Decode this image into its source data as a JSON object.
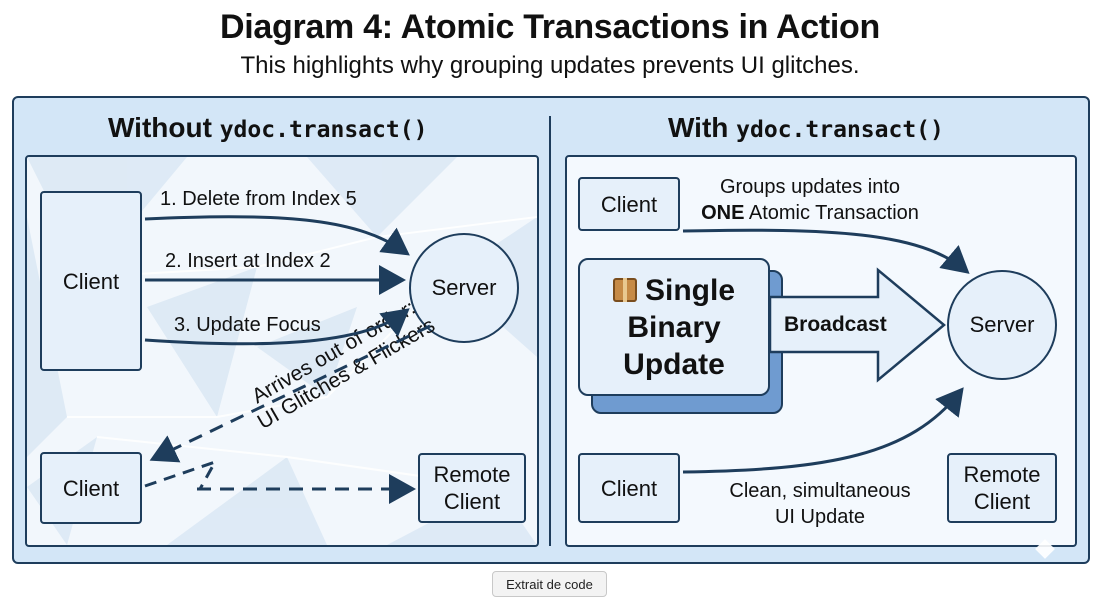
{
  "header": {
    "title": "Diagram 4: Atomic Transactions in Action",
    "subtitle": "This highlights why grouping updates prevents UI glitches."
  },
  "left_panel": {
    "title_prefix": "Without ",
    "title_code": "ydoc.transact()",
    "client_top": "Client",
    "server": "Server",
    "client_bottom": "Client",
    "remote_client_line1": "Remote",
    "remote_client_line2": "Client",
    "step1": "1. Delete from Index 5",
    "step2": "2. Insert at Index 2",
    "step3": "3. Update Focus",
    "warning_line1": "Arrives out of order:",
    "warning_line2": "UI Glitches & Flickers"
  },
  "right_panel": {
    "title_prefix": "With ",
    "title_code": "ydoc.transact()",
    "client_top": "Client",
    "groups_line1": "Groups updates into",
    "groups_bold": "ONE",
    "groups_rest": " Atomic Transaction",
    "single_line1": "Single",
    "single_line2": "Binary",
    "single_line3": "Update",
    "broadcast": "Broadcast",
    "server": "Server",
    "client_bottom": "Client",
    "clean_line1": "Clean, simultaneous",
    "clean_line2": "UI Update",
    "remote_client_line1": "Remote",
    "remote_client_line2": "Client"
  },
  "footer": {
    "code_button": "Extrait de code"
  },
  "icons": {
    "package": "package-icon"
  },
  "colors": {
    "frame_bg": "#d3e6f7",
    "stroke": "#1e3d5c",
    "node_fill": "#e6f0fa",
    "shadow_blue": "#6f9bd0"
  }
}
